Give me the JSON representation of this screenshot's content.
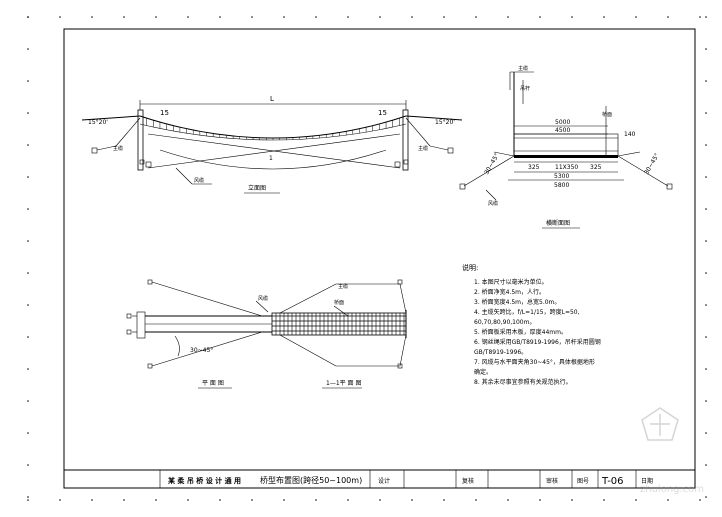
{
  "views": {
    "elevation": {
      "title": "立面图",
      "dim_span": "L",
      "dim_left": "15",
      "dim_right": "15",
      "angle_left": "15°20'",
      "angle_right": "15°20'",
      "label_cable_left": "主缆",
      "label_cable_right": "主缆",
      "label_wind": "风缆",
      "label_mid": "1"
    },
    "cross_section": {
      "title": "横断面图",
      "label_cable": "主缆",
      "label_hanger": "吊杆",
      "label_deck": "桥面",
      "dim_5000": "5000",
      "dim_4500": "4500",
      "dim_325_left": "325",
      "dim_spacing": "11X350",
      "dim_325_right": "325",
      "dim_5300": "5300",
      "dim_5800": "5800",
      "angle_left": "30~45°",
      "angle_right": "30~45°",
      "label_140": "140",
      "label_wind": "风缆"
    },
    "plan": {
      "title": "平 面 图",
      "angle": "30~45°",
      "label_a": "风缆",
      "label_b": "主缆",
      "label_c": "桥面"
    },
    "section_1": {
      "title": "1—1平 面 图"
    }
  },
  "notes": {
    "heading": "说明:",
    "items": [
      "1. 本图尺寸以毫米为单位。",
      "2. 桥面净宽4.5m，人行。",
      "3. 桥面宽度4.5m，总宽5.0m。",
      "4. 主缆矢跨比，f/L=1/15，跨度L=50,",
      "   60,70,80,90,100m。",
      "5. 桥面板采用木板，厚度44mm。",
      "6. 钢丝绳采用GB/T8919-1996，吊杆采用圆钢",
      "   GB/T8919-1996。",
      "7. 风缆与水平面夹角30~45°，具体根据地形",
      "   确定。",
      "8. 其余未尽事宜参照有关规范执行。"
    ]
  },
  "title_block": {
    "project": "某 柔 吊 桥 设 计 通 用",
    "drawing_name": "桥型布置图(跨径50~100m)",
    "designer_label": "设计",
    "checker_label": "复核",
    "reviewer_label": "审核",
    "drawing_no_label": "图号",
    "drawing_no": "T-06",
    "date_label": "日期"
  },
  "watermark": "zhulong.com"
}
